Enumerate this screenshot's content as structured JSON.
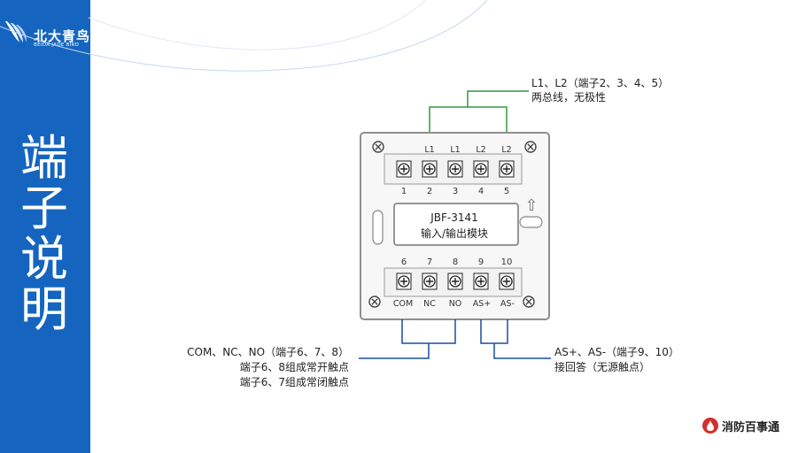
{
  "sidebar": {
    "logo_cn": "北大青鸟",
    "logo_en": "BEIDA JADE BIRD",
    "title_chars": [
      "端",
      "子",
      "说",
      "明"
    ]
  },
  "module": {
    "model": "JBF-3141",
    "name": "输入/输出模块",
    "top_labels": [
      "L1",
      "L1",
      "L2",
      "L2"
    ],
    "top_numbers": [
      "1",
      "2",
      "3",
      "4",
      "5"
    ],
    "bottom_numbers": [
      "6",
      "7",
      "8",
      "9",
      "10"
    ],
    "bottom_labels": [
      "COM",
      "NC",
      "NO",
      "AS+",
      "AS-"
    ],
    "arrow_glyph": "⇧"
  },
  "annotations": {
    "bus_line1": "L1、L2（端子2、3、4、5）",
    "bus_line2": "两总线，无极性",
    "relay_line1": "COM、NC、NO（端子6、7、8）",
    "relay_line2": "端子6、8组成常开触点",
    "relay_line3": "端子6、7组成常闭触点",
    "ack_line1": "AS+、AS-（端子9、10）",
    "ack_line2": "接回答（无源触点）"
  },
  "brand": {
    "name": "消防百事通"
  },
  "colors": {
    "sidebar": "#1565c0",
    "bus_wire": "#2e9a3e",
    "signal_wire": "#1a4f9c"
  }
}
